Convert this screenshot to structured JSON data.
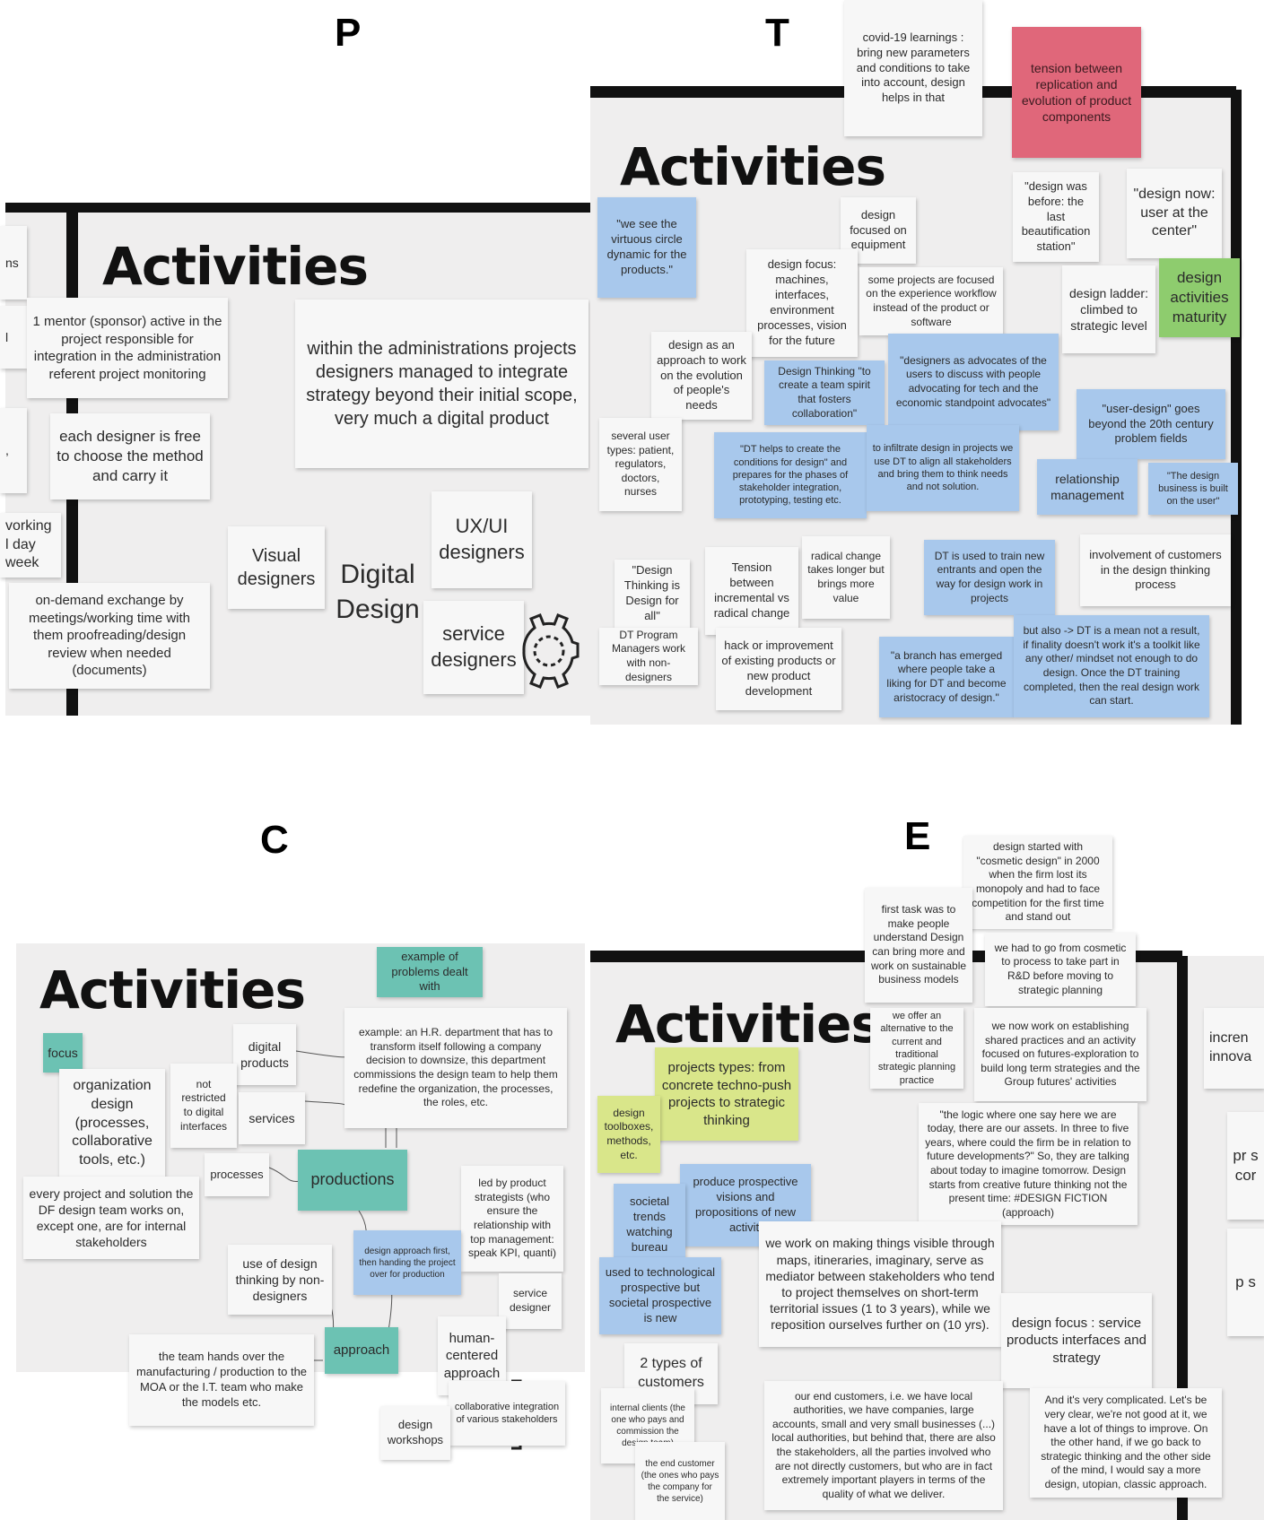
{
  "panels": {
    "P": {
      "letter": "P",
      "title": "Activities",
      "notes": {
        "edge_ns": "ns",
        "edge_l": "l",
        "edge_comma": ",",
        "mentor": "1 mentor (sponsor) active in the project responsible for integration in the administration referent project monitoring",
        "designer_free": "each designer is free to choose the method and carry it",
        "working_day": "vorking l day week",
        "within_admin": "within the administrations projects designers managed to integrate strategy beyond their initial scope, very much a digital product",
        "on_demand": "on-demand exchange by meetings/working time with them proofreading/design review when needed (documents)",
        "visual": "Visual designers",
        "digital_design": "Digital Design",
        "uxui": "UX/UI designers",
        "service": "service designers"
      },
      "icons": [
        "gear-icon"
      ]
    },
    "T": {
      "letter": "T",
      "title": "Activities",
      "notes": {
        "covid": "covid-19 learnings : bring new parameters and conditions to take into account, design helps in that",
        "tension": "tension between replication and evolution of product components",
        "virtuous": "\"we see the virtuous circle dynamic for the products.\"",
        "focused_equipment": "design focused on equipment",
        "was_before": "\"design was before: the last beautification station\"",
        "now_user": "\"design now: user at the center\"",
        "design_focus": "design focus: machines, interfaces, environment processes, vision for the future",
        "some_projects": "some projects are focused on the experience workflow instead of the product or software",
        "ladder": "design ladder: climbed to strategic level",
        "maturity": "design activities maturity",
        "approach": "design as an approach to work on the evolution of people's needs",
        "dt_team": "Design Thinking \"to create a team spirit that fosters collaboration\"",
        "advocates": "\"designers as advocates of the users to discuss with people advocating for tech and the economic standpoint advocates\"",
        "user_design": "\"user-design\" goes beyond the 20th century problem fields",
        "user_types": "several user types: patient, regulators, doctors, nurses",
        "dt_conditions": "\"DT helps to create the conditions for design\" and prepares for the phases of stakeholder integration, prototyping, testing etc.",
        "infiltrate": "to infiltrate design in projects we use DT to align all stakeholders and bring them to think needs and not solution.",
        "relationship": "relationship management",
        "business": "\"The design business is built on the user\"",
        "radical_change": "radical change takes longer but brings more value",
        "dt_all": "\"Design Thinking is Design for all\"",
        "tension_incr": "Tension between incremental vs radical change",
        "dt_train": "DT is used to train new entrants and open the way for design work in projects",
        "involvement": "involvement of customers in the design thinking process",
        "dt_pm": "DT Program Managers work with non-designers",
        "hack": "hack or improvement of existing products or new product development",
        "branch": "\"a branch has emerged where people take a liking for DT and become aristocracy of design.\"",
        "but_also": "but also -> DT is a mean not a result, if finality doesn't work it's a toolkit like any other/ mindset not enough to do design. Once the DT training completed, then the real design work can start."
      }
    },
    "C": {
      "letter": "C",
      "title": "Activities",
      "notes": {
        "example_problems": "example of problems dealt with",
        "focus": "focus",
        "digital_products": "digital products",
        "example_hr": "example: an H.R. department that has to transform itself following a company decision to downsize, this department commissions the design team to help them redefine the organization, the processes, the roles, etc.",
        "org_design": "organization design (processes, collaborative tools, etc.)",
        "not_restricted": "not restricted to digital interfaces",
        "services": "services",
        "processes": "processes",
        "productions": "productions",
        "every_project": "every project and solution the DF design team works on, except one, are for internal stakeholders",
        "led_by": "led by product strategists (who ensure the relationship with top management: speak KPI, quanti)",
        "design_approach_first": "design approach first, then handing the project over for production",
        "use_of_dt": "use of design thinking by non-designers",
        "service_designer": "service designer",
        "human_centered": "human-centered approach",
        "approach": "approach",
        "team_hands": "the team hands over the manufacturing / production to the MOA or the I.T. team who make the models etc.",
        "collaborative": "collaborative integration of various stakeholders",
        "workshops": "design workshops"
      }
    },
    "E": {
      "letter": "E",
      "title": "Activities",
      "notes": {
        "cosmetic": "design started with \"cosmetic design\" in 2000 when the firm lost its monopoly and had to face competition for the first time and stand out",
        "first_task": "first task was to make people understand Design can bring more and work on sustainable business models",
        "go_from": "we had to go from cosmetic to process to take part in R&D before moving to strategic planning",
        "we_offer": "we offer an alternative to the current and traditional strategic planning practice",
        "shared_practices": "we now work on establishing shared practices and an activity focused on futures-exploration to build long term strategies and the Group futures' activities",
        "incr": "incren innova",
        "project_types": "projects types: from concrete techno-push projects to strategic thinking",
        "toolboxes": "design toolboxes, methods, etc.",
        "logic": "\"the logic where one say here we are today, there are our assets. In three to five years, where could the firm be in relation to future developments?\" So, they are talking about today to imagine tomorrow. Design starts from creative future thinking not the present time: #DESIGN FICTION (approach)",
        "edge_pr": "pr s cor",
        "produce": "produce prospective visions and propositions of new activiti",
        "societal": "societal trends watching bureau",
        "visible": "we work on making things visible through maps, itineraries, imaginary, serve as mediator between stakeholders who tend to project themselves on short-term territorial issues (1 to 3 years), while we reposition ourselves further on (10 yrs).",
        "edge_p": "p s",
        "used_tech": "used to technological prospective but societal prospective is new",
        "focus_service": "design focus : service products interfaces and strategy",
        "two_types": "2 types of customers",
        "internal_clients": "internal clients (the one who pays and commission the design team)",
        "end_customers": "our end customers, i.e. we have local authorities, we have companies, large accounts, small and very small businesses (...) local authorities, but behind that, there are also the stakeholders, all the parties involved who are not directly customers, but who are in fact extremely important players in terms of the quality of what we deliver.",
        "end_customer": "the end customer (the ones who pays the company for the service)",
        "complicated": "And it's very complicated. Let's be very clear, we're not good at it, we have a lot of things to improve. On the other hand, if we go back to strategic thinking and the other side of the mind, I would say a more design, utopian, classic approach."
      }
    }
  },
  "colors": {
    "board": "#efeeee",
    "frame": "#111111",
    "blue_note": "#a8c8ec",
    "pink_note": "#e0677a",
    "green_note": "#8ecc6e",
    "teal_note": "#6cc2b3",
    "lime_note": "#d9e68a"
  }
}
